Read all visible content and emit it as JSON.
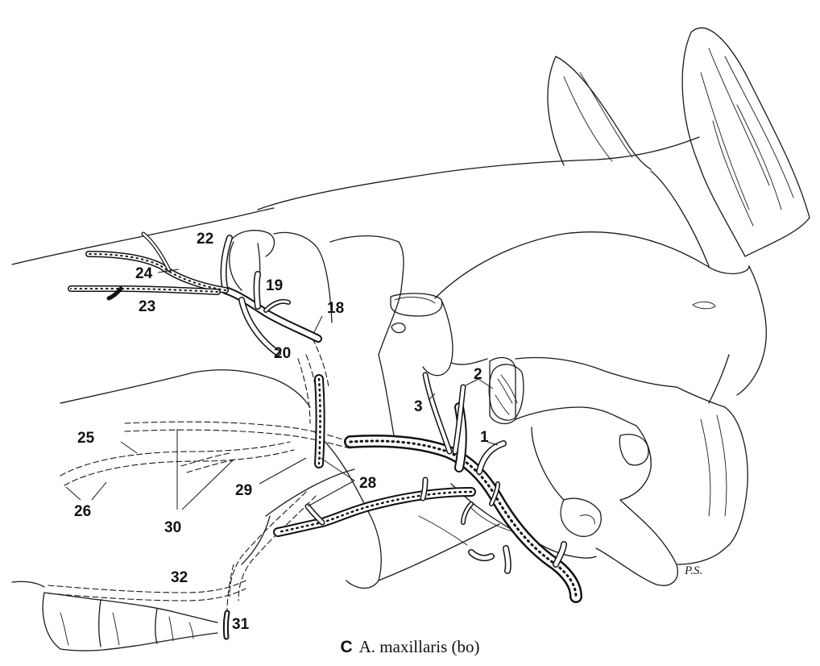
{
  "figure": {
    "caption_letter": "C",
    "caption_text": "A. maxillaris (bo)",
    "signature": "P.S."
  },
  "labels": {
    "l1": "1",
    "l2": "2",
    "l3": "3",
    "l18": "18",
    "l19": "19",
    "l20": "20",
    "l22": "22",
    "l23": "23",
    "l24": "24",
    "l25": "25",
    "l26": "26",
    "l28": "28",
    "l29": "29",
    "l30": "30",
    "l31": "31",
    "l32": "32"
  }
}
